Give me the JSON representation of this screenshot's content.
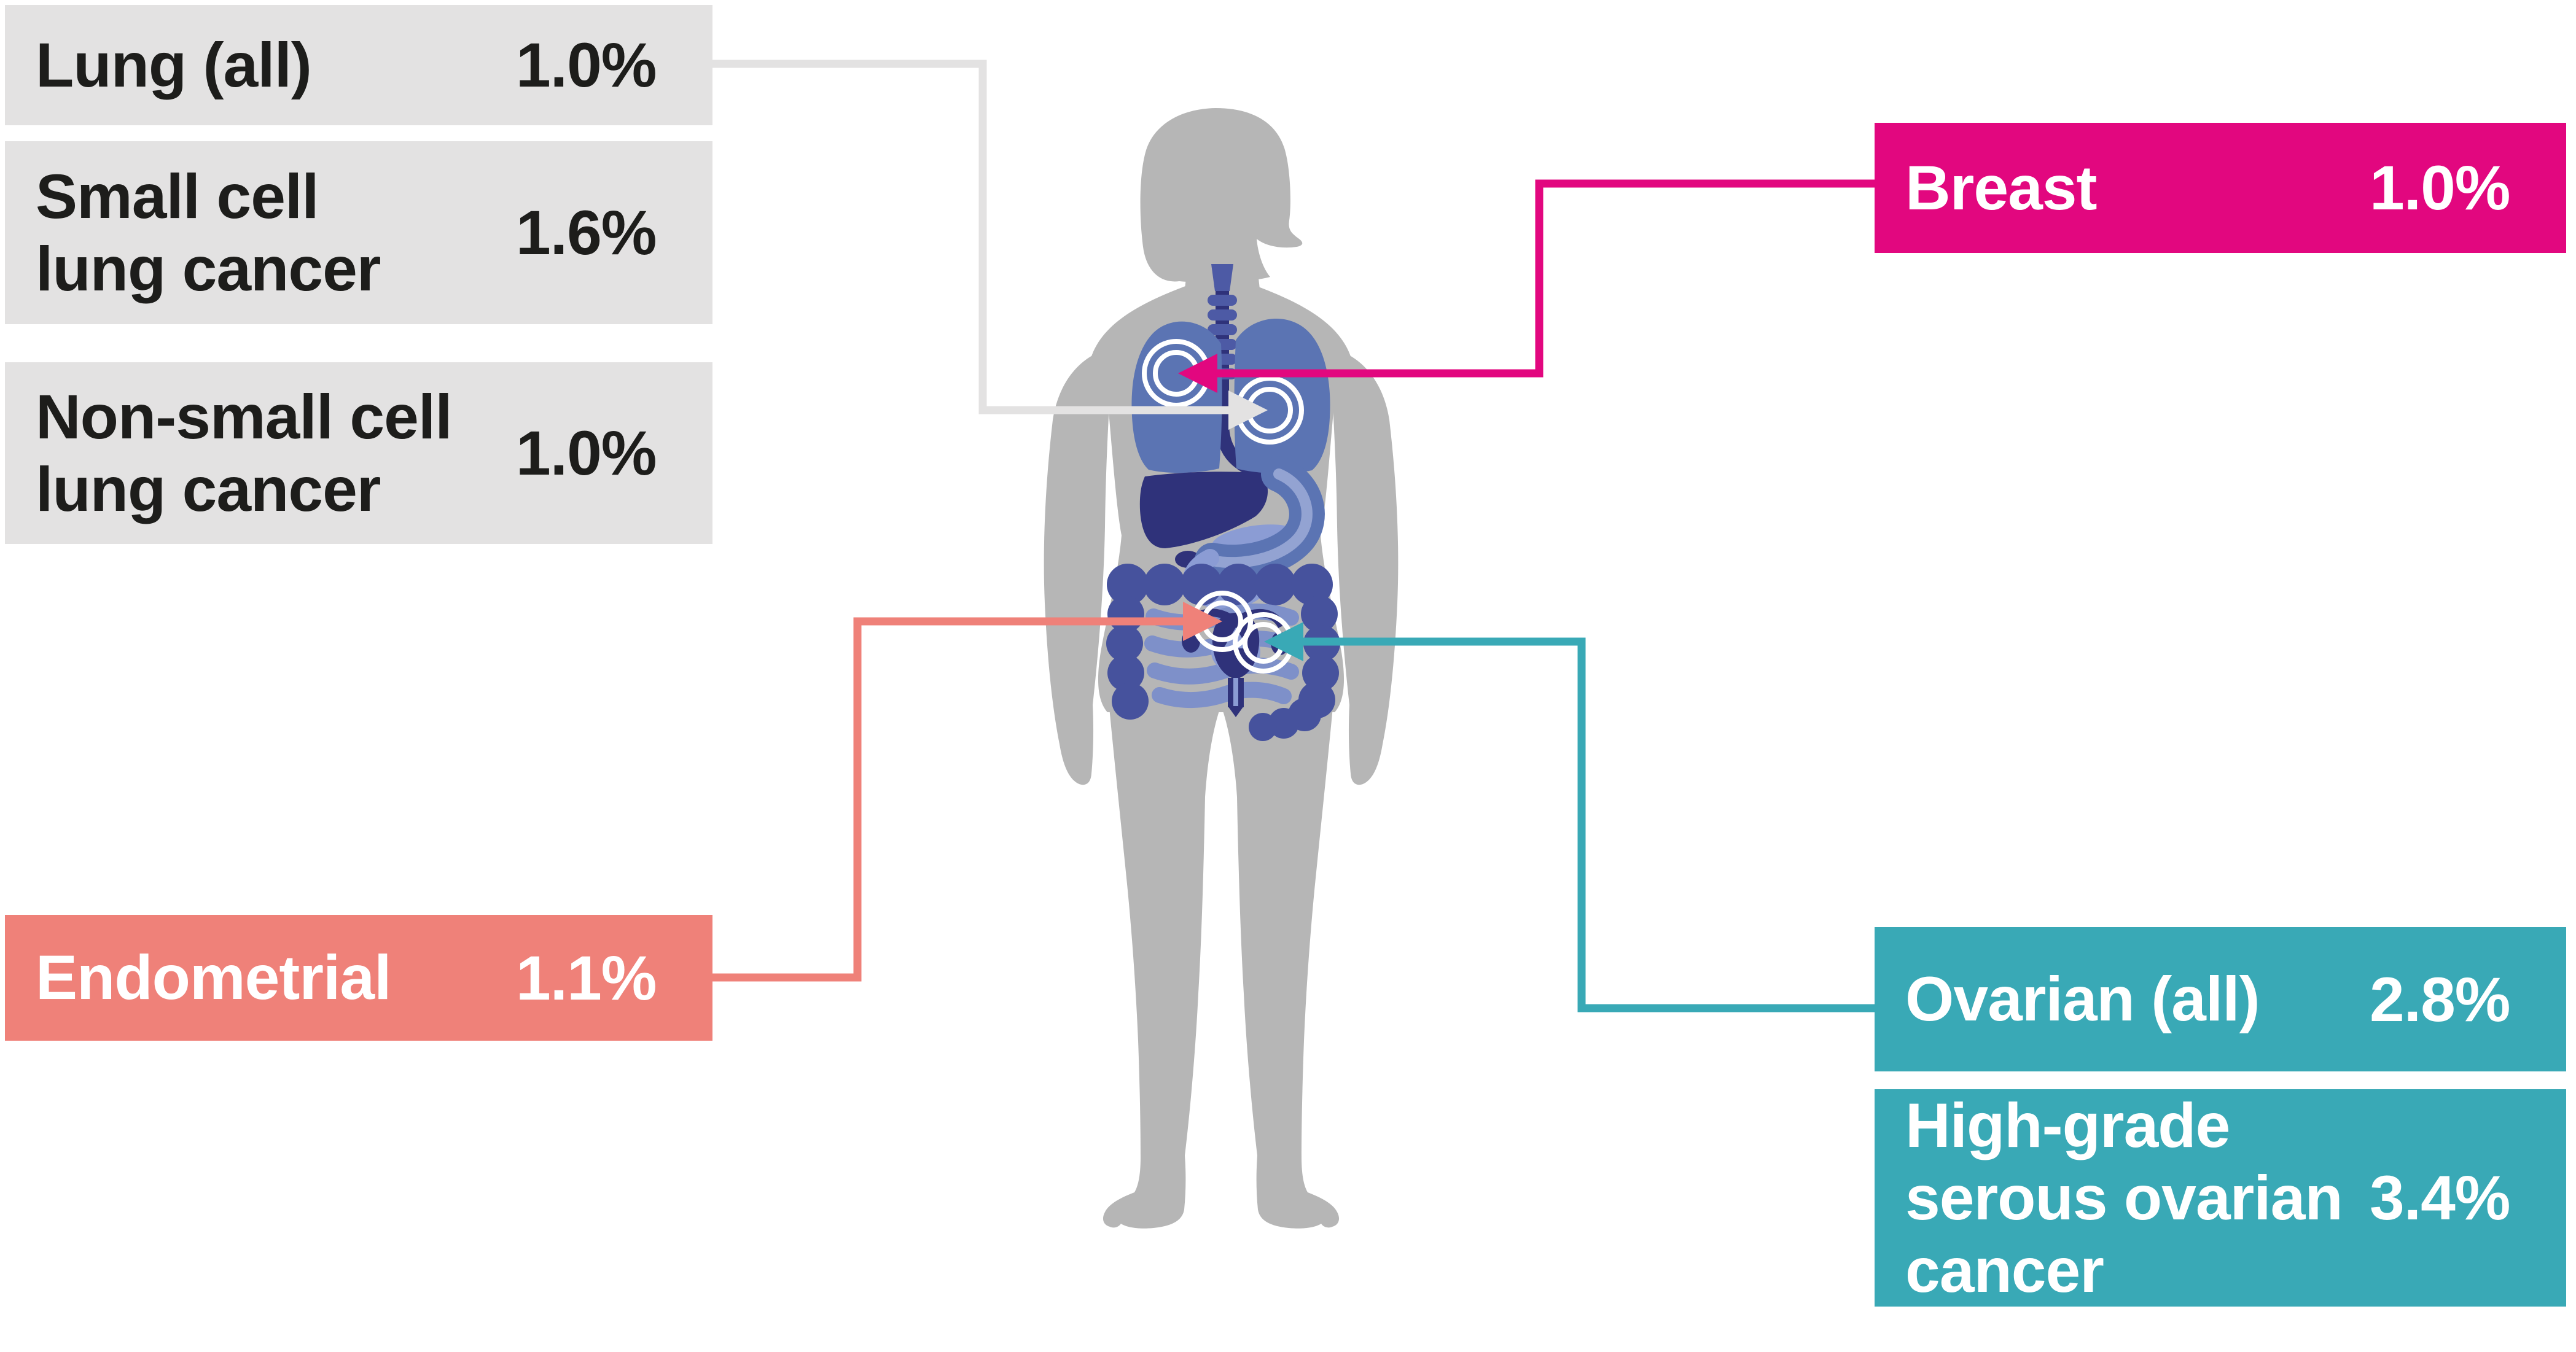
{
  "page": {
    "background_color": "#ffffff",
    "subject": "female body cancer incidence infographic"
  },
  "boxes": [
    {
      "id": "lung-all",
      "side": "left",
      "label": "Lung (all)",
      "value": "1.0%",
      "bg": "#e3e2e2",
      "fg": "#1d1d1b"
    },
    {
      "id": "sclc",
      "side": "left",
      "label": "Small cell\nlung cancer",
      "value": "1.6%",
      "bg": "#e3e2e2",
      "fg": "#1d1d1b"
    },
    {
      "id": "nsclc",
      "side": "left",
      "label": "Non-small cell\nlung cancer",
      "value": "1.0%",
      "bg": "#e3e2e2",
      "fg": "#1d1d1b"
    },
    {
      "id": "endometrial",
      "side": "left",
      "label": "Endometrial",
      "value": "1.1%",
      "bg": "#ef8179",
      "fg": "#ffffff"
    },
    {
      "id": "breast",
      "side": "right",
      "label": "Breast",
      "value": "1.0%",
      "bg": "#e2077f",
      "fg": "#ffffff"
    },
    {
      "id": "ovarian-all",
      "side": "right",
      "label": "Ovarian (all)",
      "value": "2.8%",
      "bg": "#39a9b6",
      "fg": "#ffffff"
    },
    {
      "id": "hgsoc",
      "side": "right",
      "label": "High-grade\nserous ovarian\ncancer",
      "value": "3.4%",
      "bg": "#39a9b6",
      "fg": "#ffffff"
    }
  ],
  "connectors": [
    {
      "id": "lung-connector",
      "color": "#e3e2e2",
      "from": "Lung (all) box",
      "to": "lung target rings"
    },
    {
      "id": "breast-connector",
      "color": "#e2077f",
      "from": "Breast box",
      "to": "breast target rings"
    },
    {
      "id": "endometrial-connector",
      "color": "#ef8179",
      "from": "Endometrial box",
      "to": "uterus target rings"
    },
    {
      "id": "ovarian-connector",
      "color": "#39a9b6",
      "from": "Ovarian (all) box",
      "to": "ovary target rings"
    }
  ],
  "illustration": {
    "description": "gray female silhouette with internal organs and white concentric target rings",
    "silhouette_color": "#b6b6b6",
    "organ_colors": {
      "lungs": "#5b74b3",
      "liver_uterus_navy": "#2f327a",
      "large_intestine": "#46529d",
      "small_intestine": "#7e90c9",
      "light_periwinkle": "#8b9cd4",
      "trachea_rings": "#4d5aa5"
    },
    "target_ring_color": "#ffffff"
  }
}
